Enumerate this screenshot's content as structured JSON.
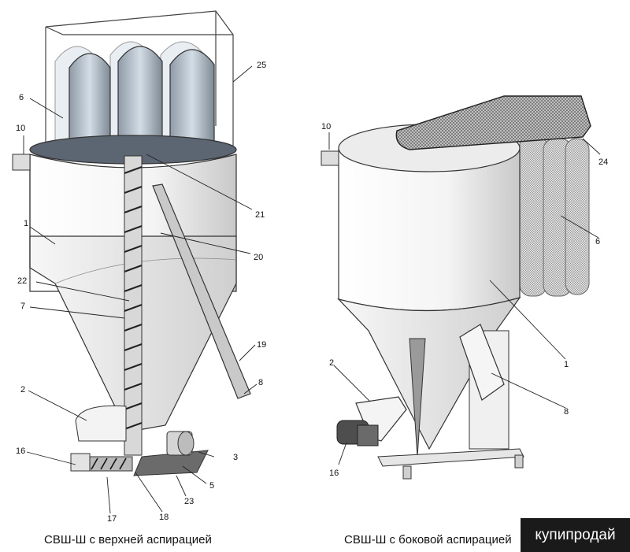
{
  "left_diagram": {
    "caption": "СВШ-Ш с верхней аспирацией",
    "labels": {
      "l25": "25",
      "l6": "6",
      "l10": "10",
      "l1": "1",
      "l21": "21",
      "l20": "20",
      "l22": "22",
      "l7": "7",
      "l19": "19",
      "l2": "2",
      "l8": "8",
      "l16": "16",
      "l3": "3",
      "l5": "5",
      "l23": "23",
      "l17": "17",
      "l18": "18"
    }
  },
  "right_diagram": {
    "caption": "СВШ-Ш с боковой аспирацией",
    "labels": {
      "r10": "10",
      "r24": "24",
      "r6": "6",
      "r1": "1",
      "r2": "2",
      "r8": "8",
      "r16": "16"
    }
  },
  "watermark": "купипродай"
}
